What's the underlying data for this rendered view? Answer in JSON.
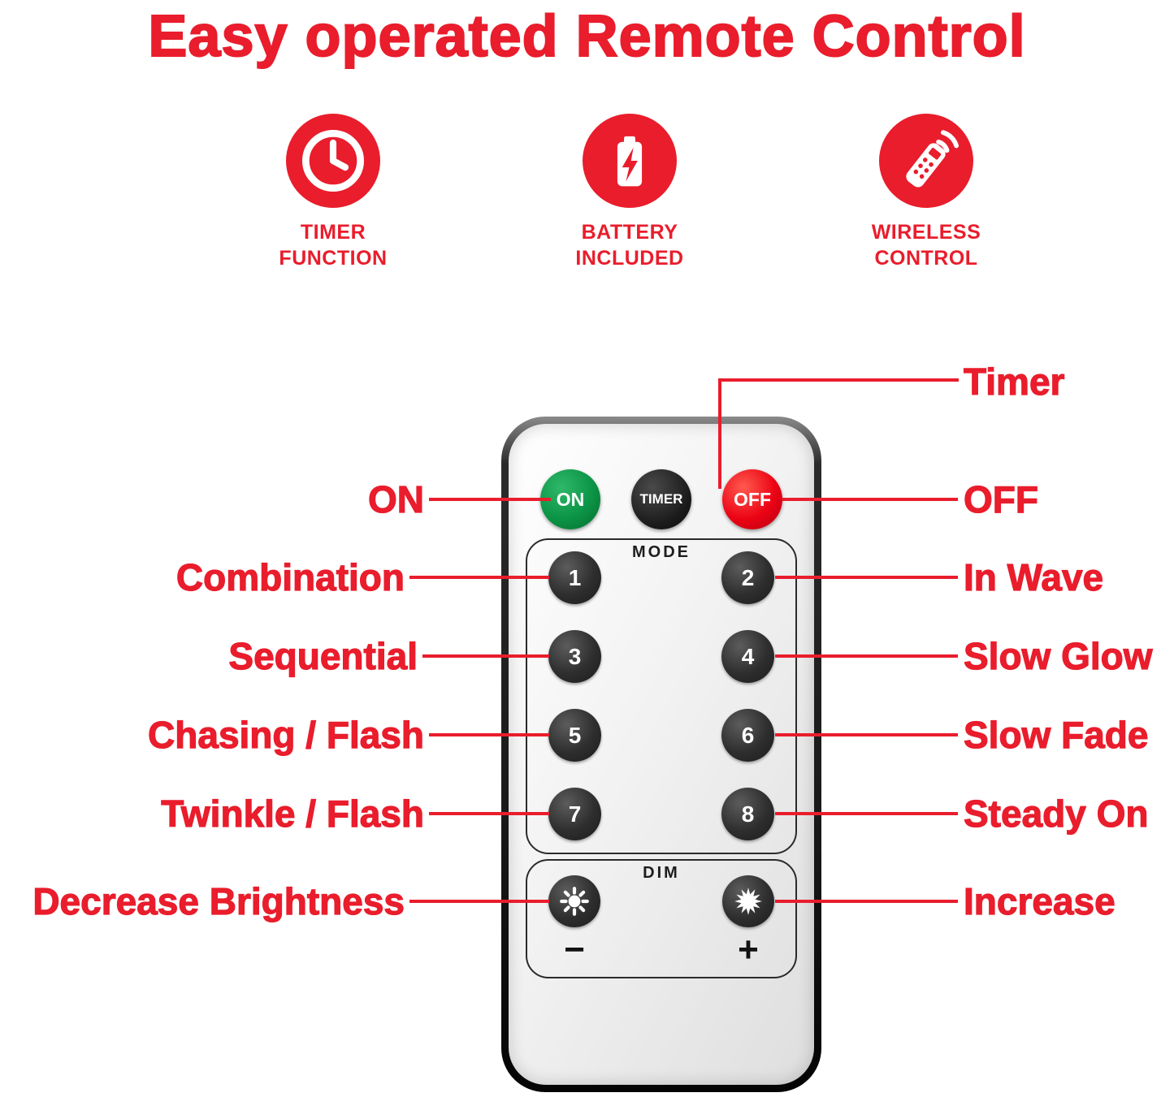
{
  "title": "Easy operated Remote Control",
  "features": [
    {
      "icon": "clock-icon",
      "label1": "TIMER",
      "label2": "FUNCTION"
    },
    {
      "icon": "battery-icon",
      "label1": "BATTERY",
      "label2": "INCLUDED"
    },
    {
      "icon": "remote-icon",
      "label1": "WIRELESS",
      "label2": "CONTROL"
    }
  ],
  "remote": {
    "on_button": "ON",
    "timer_button": "TIMER",
    "off_button": "OFF",
    "mode_label": "MODE",
    "mode_buttons": [
      "1",
      "2",
      "3",
      "4",
      "5",
      "6",
      "7",
      "8"
    ],
    "dim_label": "DIM",
    "decrease_symbol": "−",
    "increase_symbol": "+"
  },
  "annotations": {
    "timer": "Timer",
    "on": "ON",
    "off": "OFF",
    "combination": "Combination",
    "in_wave": "In Wave",
    "sequential": "Sequential",
    "slow_glow": "Slow Glow",
    "chasing_flash": "Chasing / Flash",
    "slow_fade": "Slow Fade",
    "twinkle_flash": "Twinkle / Flash",
    "steady_on": "Steady On",
    "decrease_brightness": "Decrease Brightness",
    "increase": "Increase"
  },
  "colors": {
    "accent_red": "#e91d2c",
    "on_button_green": "#0c9446",
    "off_button_red": "#ec0315",
    "dark_button": "#2e2e2e",
    "remote_body": "#f0f0f0"
  }
}
